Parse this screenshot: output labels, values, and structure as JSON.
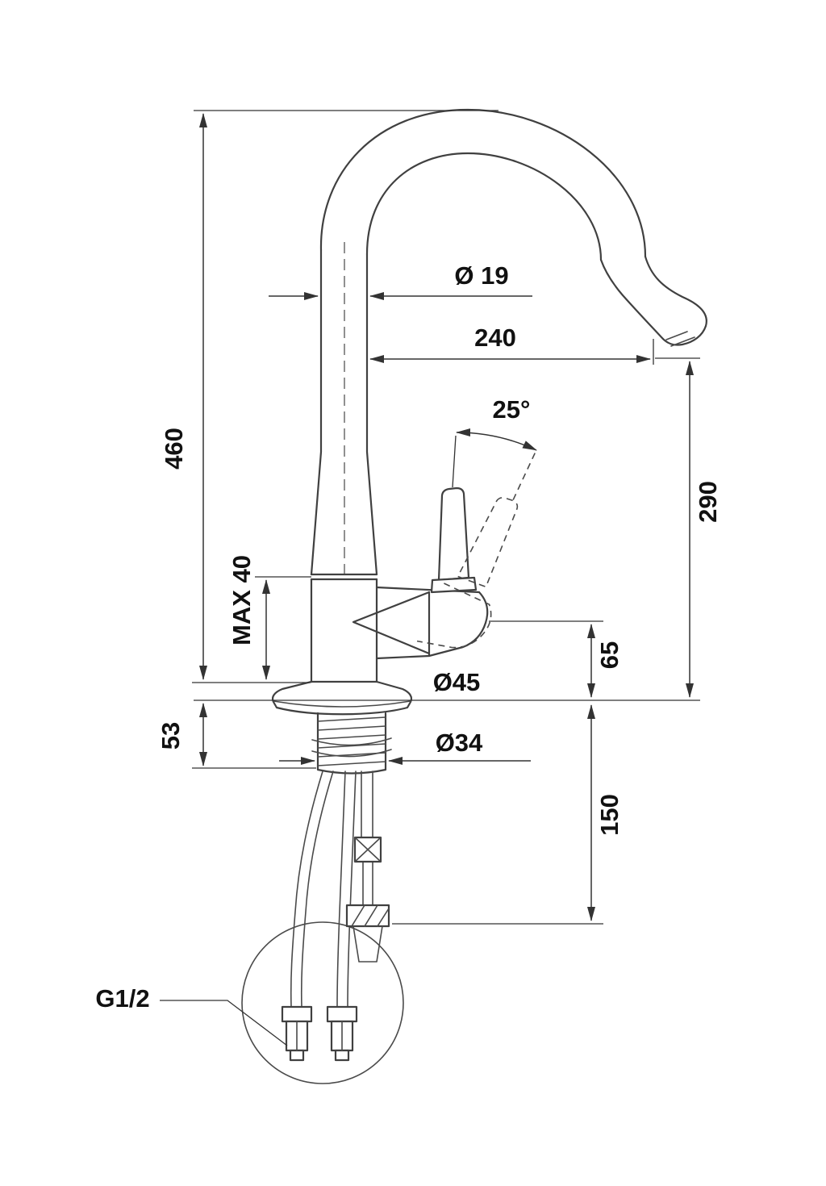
{
  "drawing": {
    "type": "technical-dimension-drawing",
    "subject": "kitchen faucet side elevation with mounting hoses",
    "dimensions": {
      "spout_pipe_diameter": "Ø 19",
      "spout_reach": "240",
      "handle_swing_angle": "25°",
      "total_height": "460",
      "spout_outlet_height": "290",
      "max_deck_thickness": "MAX 40",
      "handle_height": "65",
      "body_diameter": "Ø45",
      "flange_height": "53",
      "shank_diameter": "Ø34",
      "hose_clearance": "150",
      "thread_size": "G1/2"
    },
    "colors": {
      "line": "#404040",
      "dimension_line": "#333333",
      "text": "#111111",
      "background": "#ffffff"
    }
  }
}
